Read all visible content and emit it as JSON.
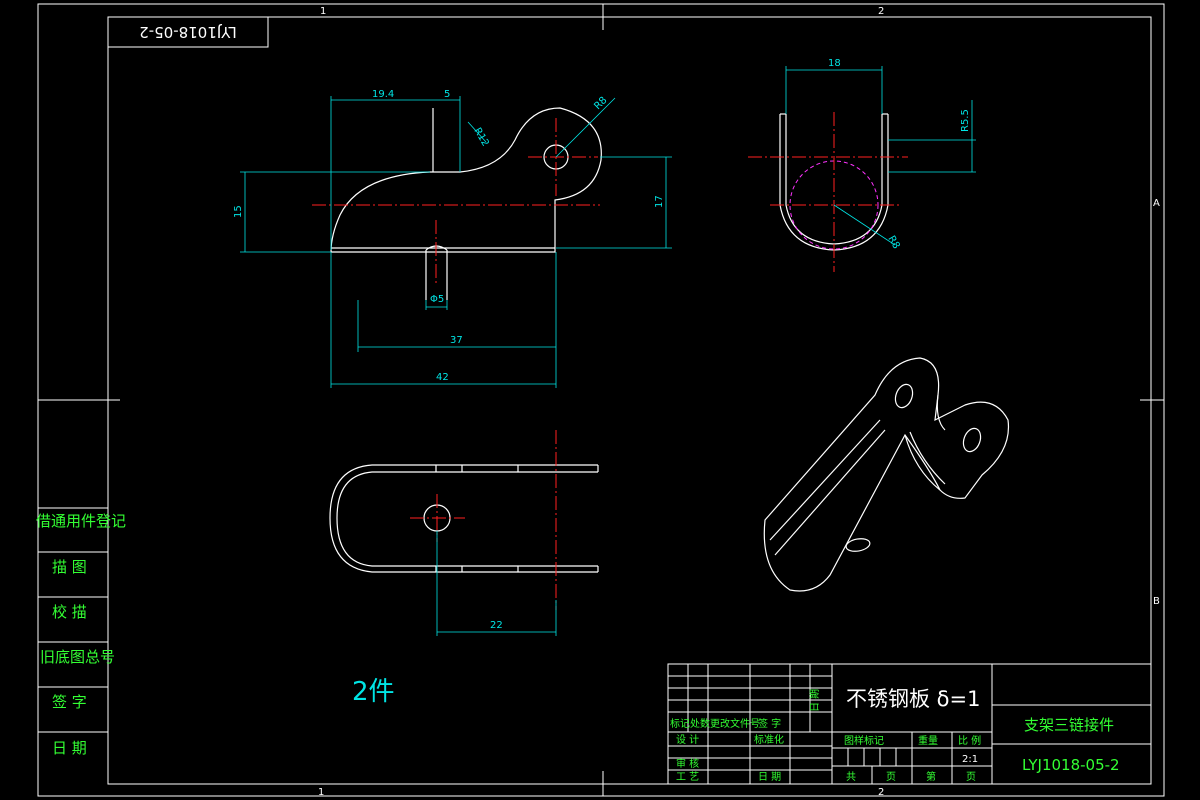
{
  "colors": {
    "background": "#000000",
    "outline": "#ffffff",
    "dimension": "#00e5e5",
    "centerline": "#ff2020",
    "hidden": "#ff33ff",
    "label": "#33ff33",
    "text_white": "#ffffff"
  },
  "sheet": {
    "zone_top_1": "1",
    "zone_top_2": "2",
    "zone_bottom_1": "1",
    "zone_bottom_2": "2",
    "zone_right_a": "A",
    "zone_right_b": "B",
    "stamp_code": "LYJ1018-05-2"
  },
  "left_column": {
    "title": "借通用件登记",
    "rows": [
      "描 图",
      "校 描",
      "旧底图总号",
      "签 字",
      "日 期"
    ]
  },
  "front_view": {
    "dim_19_4": "19.4",
    "dim_5": "5",
    "dim_r12": "R12",
    "dim_r8": "R8",
    "dim_15": "15",
    "dim_17": "17",
    "dim_d5": "Φ5",
    "dim_37": "37",
    "dim_42": "42"
  },
  "side_view": {
    "dim_18": "18",
    "dim_r5_5": "R5.5",
    "dim_r8": "R8"
  },
  "top_view": {
    "dim_22": "22"
  },
  "quantity_note": "2件",
  "title_block": {
    "material": "不锈钢板 δ=1",
    "part_name": "支架三链接件",
    "drawing_no": "LYJ1018-05-2",
    "scale": "2:1",
    "label_mark": "标记",
    "label_count": "处数",
    "label_change_doc": "更改文件号",
    "label_sign": "签 字",
    "label_date": "日 期",
    "label_design": "设 计",
    "label_standard": "标准化",
    "label_review": "审 核",
    "label_process": "工 艺",
    "label_date2": "日 期",
    "label_stage": "图样标记",
    "label_weight": "重量",
    "label_scale": "比 例",
    "label_total": "共",
    "label_sheet": "页",
    "label_no": "第",
    "label_sheet2": "页"
  }
}
